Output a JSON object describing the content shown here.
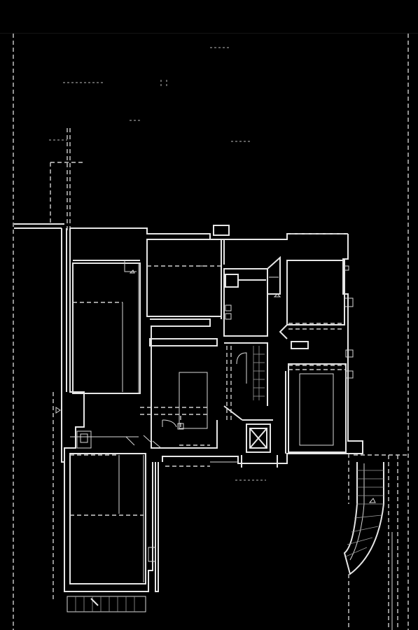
{
  "drawing": {
    "background_color": "#000000",
    "line_color": "#e6e6e6",
    "elements": {
      "site_boundary": "site-boundary",
      "building_outline": "building-outline",
      "rooms": [
        "room-west-upper",
        "room-west-lower",
        "room-central-north",
        "room-central",
        "room-stair-core",
        "room-east-upper",
        "room-east-lower"
      ],
      "elevator": "elevator-shaft",
      "spiral_stair": "spiral-stair",
      "north_stair": "entrance-stair"
    }
  }
}
